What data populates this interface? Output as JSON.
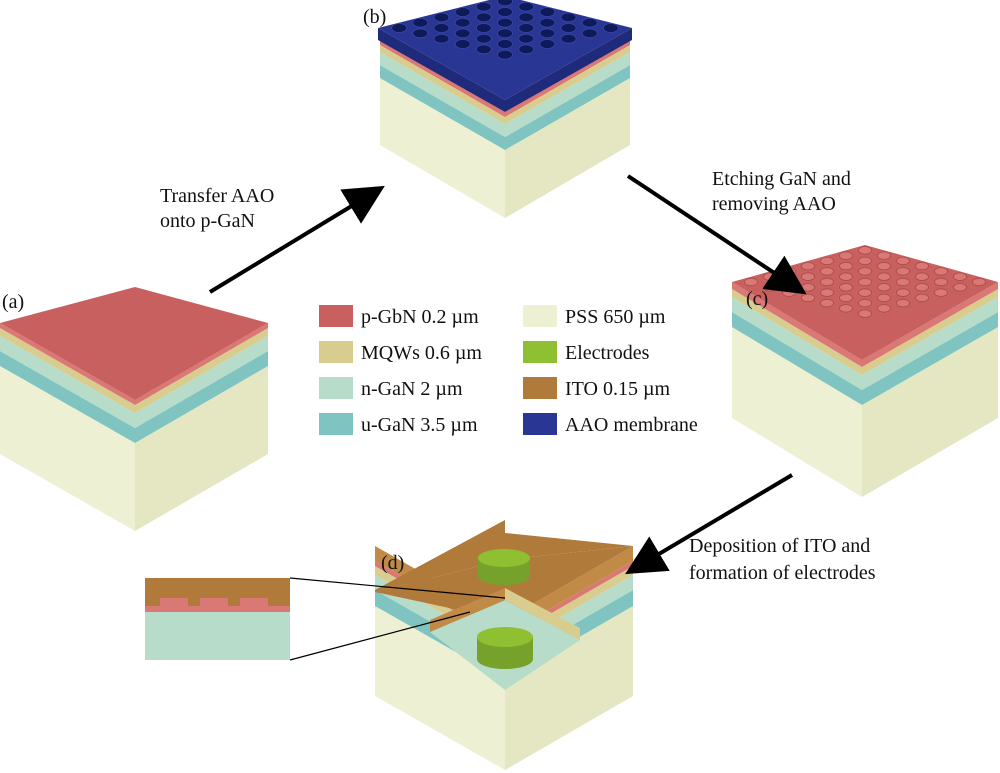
{
  "panels": {
    "a": "(a)",
    "b": "(b)",
    "c": "(c)",
    "d": "(d)"
  },
  "steps": {
    "transfer": [
      "Transfer AAO",
      "onto p-GaN"
    ],
    "etching": [
      "Etching GaN and",
      "removing AAO"
    ],
    "deposition": [
      "Deposition of ITO and",
      "formation of electrodes"
    ]
  },
  "legend": [
    {
      "key": "p_gan",
      "label": "p-GbN 0.2 µm",
      "color": "#c8605f"
    },
    {
      "key": "mqws",
      "label": "MQWs 0.6 µm",
      "color": "#d4c88a"
    },
    {
      "key": "n_gan",
      "label": "n-GaN 2 µm",
      "color": "#a9d6c3"
    },
    {
      "key": "u_gan",
      "label": "u-GaN 3.5 µm",
      "color": "#7cc3c0"
    },
    {
      "key": "pss",
      "label": "PSS 650 µm",
      "color": "#eef0d4"
    },
    {
      "key": "electrodes",
      "label": "Electrodes",
      "color": "#86b22e"
    },
    {
      "key": "ito",
      "label": "ITO 0.15 µm",
      "color": "#b07a3a"
    },
    {
      "key": "aao",
      "label": "AAO membrane",
      "color": "#23318c"
    }
  ],
  "colors": {
    "p_gan_top": "#c8605f",
    "p_gan_side": "#d97874",
    "mqws_side": "#d8cc8e",
    "n_gan_side": "#b7dcc9",
    "u_gan_side": "#7fc4c1",
    "pss_side": "#eef0d3",
    "pss_side_dark": "#e4e7c2",
    "aao_top": "#2a3694",
    "aao_side": "#1f2a7a",
    "ito_top": "#b07a3a",
    "ito_side": "#c18a46",
    "electrode_top": "#8ec031",
    "electrode_side": "#76a12a",
    "arrow": "#000000"
  }
}
